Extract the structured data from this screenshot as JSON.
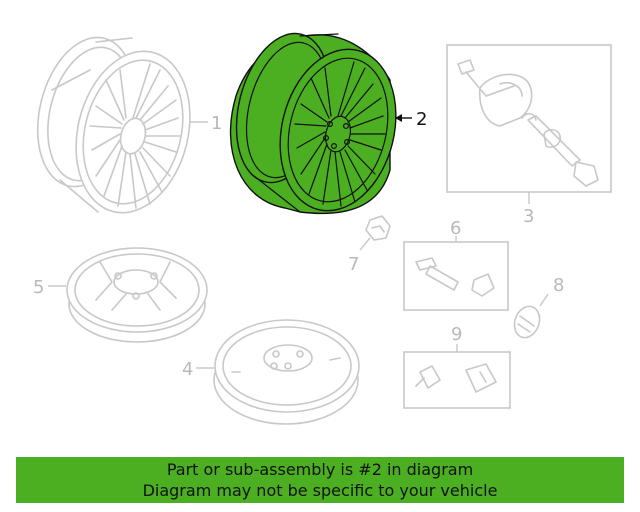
{
  "callouts": {
    "part_1": "1",
    "part_2": "2",
    "part_3": "3",
    "part_4": "4",
    "part_5": "5",
    "part_6": "6",
    "part_7": "7",
    "part_8": "8",
    "part_9": "9"
  },
  "highlight": {
    "part": "2",
    "color": "#4caf22"
  },
  "banner": {
    "line1": "Part or sub-assembly is #2 in diagram",
    "line2": "Diagram may not be specific to your vehicle",
    "color": "#4caf22"
  }
}
